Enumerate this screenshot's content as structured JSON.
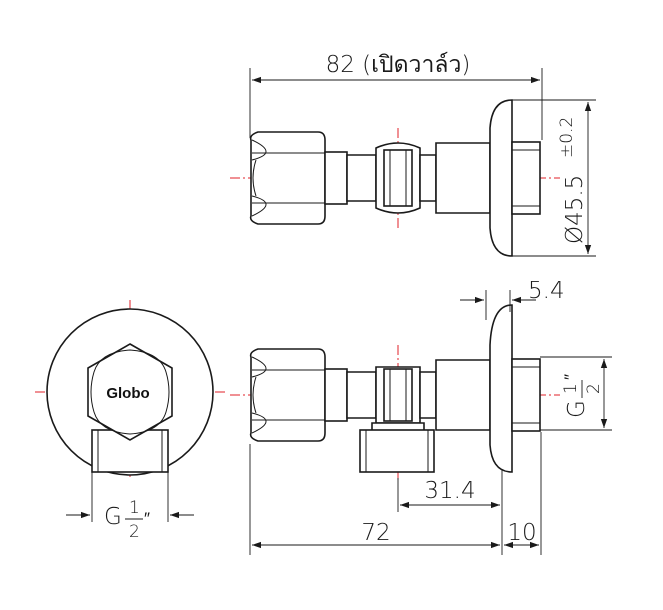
{
  "dimensions": {
    "total_open": "82 (เปิดวาล์ว)",
    "diameter_main": "Ø45.5",
    "diameter_tol": "±0.2",
    "flange_thickness": "5.4",
    "length_72": "72",
    "length_31": "31.4",
    "length_10": "10"
  },
  "thread": {
    "letter": "G",
    "numerator": "1",
    "denominator": "2",
    "inch_mark": "″"
  },
  "brand": {
    "logo_text": "Globo"
  },
  "colors": {
    "line": "#1a1a1a",
    "centerline": "#e0202a"
  }
}
